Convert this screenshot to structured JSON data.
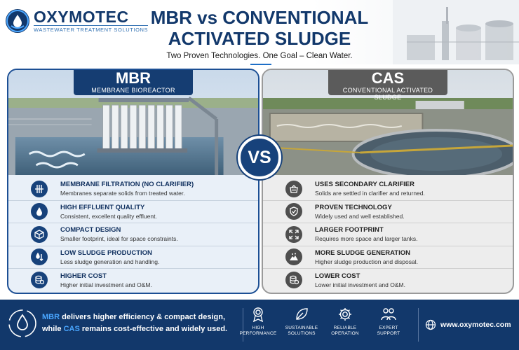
{
  "brand": {
    "name": "OXYMOTEC",
    "tagline": "WASTEWATER TREATMENT SOLUTIONS"
  },
  "header": {
    "title_line1": "MBR vs CONVENTIONAL",
    "title_line2": "ACTIVATED SLUDGE",
    "subtitle": "Two Proven Technologies. One Goal – Clean Water."
  },
  "vs_label": "VS",
  "mbr": {
    "abbr": "MBR",
    "full": "MEMBRANE BIOREACTOR",
    "items": [
      {
        "icon": "membrane-filter-icon",
        "title": "MEMBRANE FILTRATION (NO CLARIFIER)",
        "desc": "Membranes separate solids from treated water."
      },
      {
        "icon": "water-drop-icon",
        "title": "HIGH EFFLUENT QUALITY",
        "desc": "Consistent, excellent quality effluent."
      },
      {
        "icon": "cube-icon",
        "title": "COMPACT DESIGN",
        "desc": "Smaller footprint, ideal for space constraints."
      },
      {
        "icon": "sludge-down-icon",
        "title": "LOW SLUDGE PRODUCTION",
        "desc": "Less sludge generation and handling."
      },
      {
        "icon": "coins-icon",
        "title": "HIGHER COST",
        "desc": "Higher initial investment and O&M."
      }
    ]
  },
  "cas": {
    "abbr": "CAS",
    "full": "CONVENTIONAL ACTIVATED SLUDGE",
    "items": [
      {
        "icon": "clarifier-tank-icon",
        "title": "USES SECONDARY CLARIFIER",
        "desc": "Solids are settled in clarifier and returned."
      },
      {
        "icon": "shield-check-icon",
        "title": "PROVEN TECHNOLOGY",
        "desc": "Widely used and well established."
      },
      {
        "icon": "expand-arrows-icon",
        "title": "LARGER FOOTPRINT",
        "desc": "Requires more space and larger tanks."
      },
      {
        "icon": "sludge-pile-icon",
        "title": "MORE SLUDGE GENERATION",
        "desc": "Higher sludge production and disposal."
      },
      {
        "icon": "coins-icon",
        "title": "LOWER COST",
        "desc": "Lower initial investment and O&M."
      }
    ]
  },
  "footer": {
    "msg_mbr": "MBR",
    "msg_part1": " delivers higher efficiency & compact design,",
    "msg_part2": "while ",
    "msg_cas": "CAS",
    "msg_part3": " remains cost-effective and widely used.",
    "features": [
      {
        "icon": "award-medal-icon",
        "line1": "HIGH",
        "line2": "PERFORMANCE"
      },
      {
        "icon": "leaf-icon",
        "line1": "SUSTAINABLE",
        "line2": "SOLUTIONS"
      },
      {
        "icon": "gear-icon",
        "line1": "RELIABLE",
        "line2": "OPERATION"
      },
      {
        "icon": "expert-people-icon",
        "line1": "EXPERT",
        "line2": "SUPPORT"
      }
    ],
    "website": "www.oxymotec.com"
  },
  "colors": {
    "navy": "#12386b",
    "accent_blue": "#49a6ff",
    "cas_gray": "#5b5b5b"
  }
}
